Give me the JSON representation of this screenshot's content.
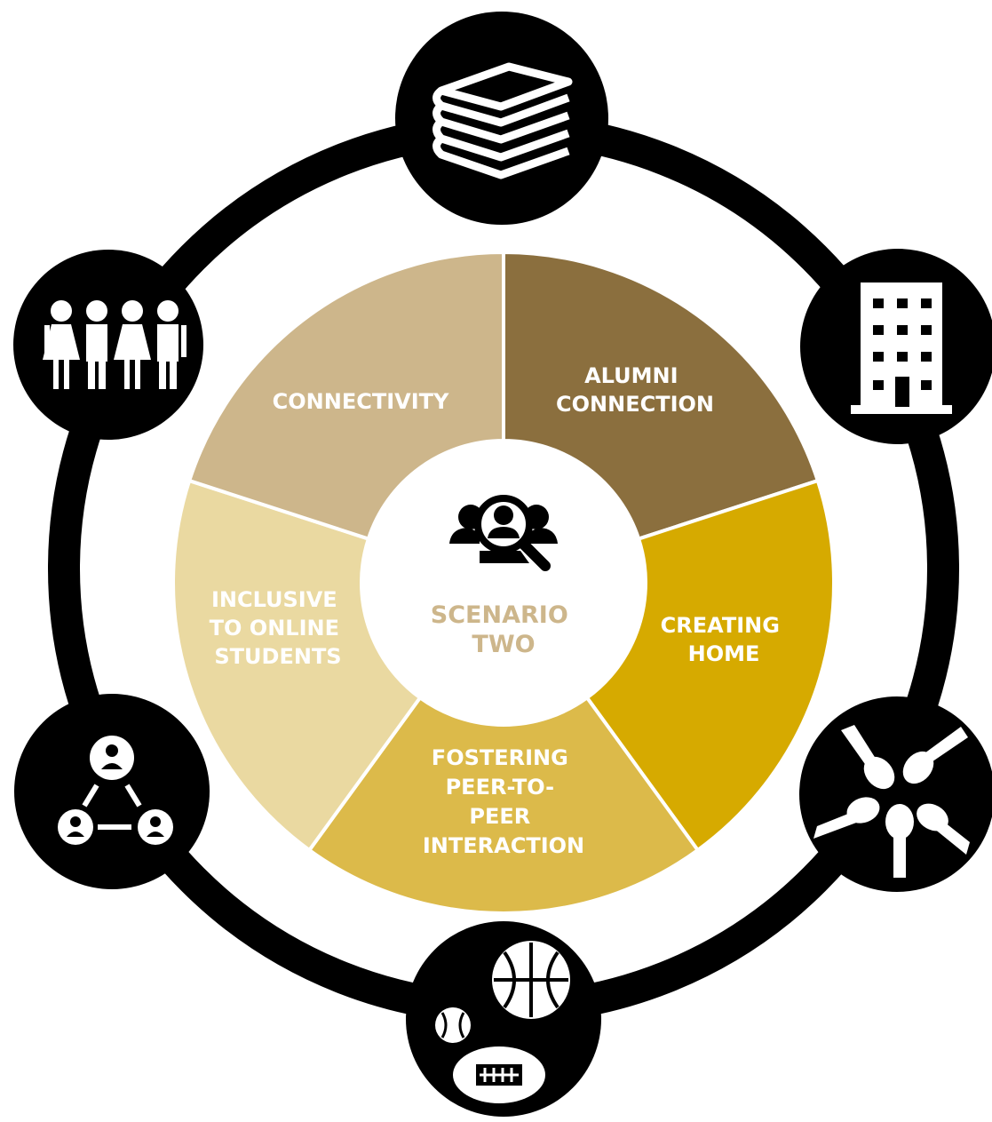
{
  "center": {
    "label_lines": [
      "SCENARIO",
      "TWO"
    ],
    "icon": "people-search-icon",
    "label_color": "#cdb68b"
  },
  "segments": [
    {
      "id": "alumni-connection",
      "lines": [
        "ALUMNI",
        "CONNECTION"
      ],
      "color": "#8b6f3e"
    },
    {
      "id": "creating-home",
      "lines": [
        "CREATING",
        "HOME"
      ],
      "color": "#d6aa00"
    },
    {
      "id": "fostering-peer-to-peer-interaction",
      "lines": [
        "FOSTERING",
        "PEER-TO-",
        "PEER",
        "INTERACTION"
      ],
      "color": "#dcba4a"
    },
    {
      "id": "inclusive-to-online-students",
      "lines": [
        "INCLUSIVE",
        "TO ONLINE",
        "STUDENTS"
      ],
      "color": "#ead9a1"
    },
    {
      "id": "connectivity",
      "lines": [
        "CONNECTIVITY"
      ],
      "color": "#cdb68b"
    }
  ],
  "ring_icons": [
    {
      "id": "books",
      "icon": "stacked-books-icon"
    },
    {
      "id": "building",
      "icon": "office-building-icon"
    },
    {
      "id": "hands",
      "icon": "joined-hands-icon"
    },
    {
      "id": "sports",
      "icon": "sports-balls-icon"
    },
    {
      "id": "network",
      "icon": "people-network-icon"
    },
    {
      "id": "family",
      "icon": "group-of-people-icon"
    }
  ],
  "colors": {
    "ring": "#000000",
    "icon_fill": "#ffffff",
    "segment_text": "#ffffff",
    "center_fill": "#ffffff"
  }
}
